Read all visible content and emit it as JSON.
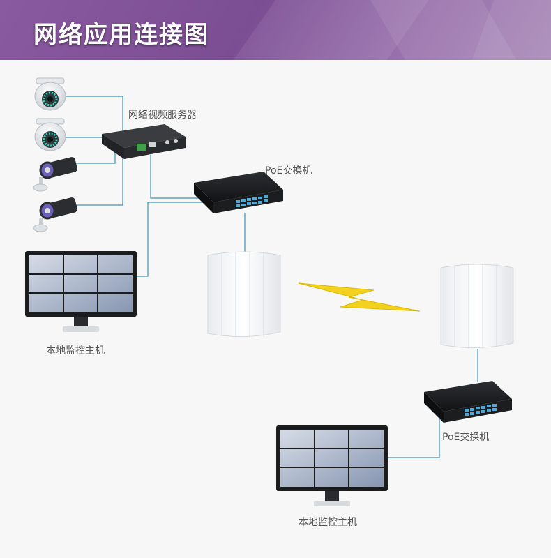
{
  "header": {
    "title": "网络应用连接图"
  },
  "labels": {
    "video_server": "网络视频服务器",
    "poe_switch_top": "PoE交换机",
    "poe_switch_bottom": "PoE交换机",
    "local_monitor_left": "本地监控主机",
    "local_monitor_right": "本地监控主机"
  },
  "colors": {
    "header": "#7b4d93",
    "link_line": "#3a93c6",
    "bolt": "#f2d21e"
  }
}
